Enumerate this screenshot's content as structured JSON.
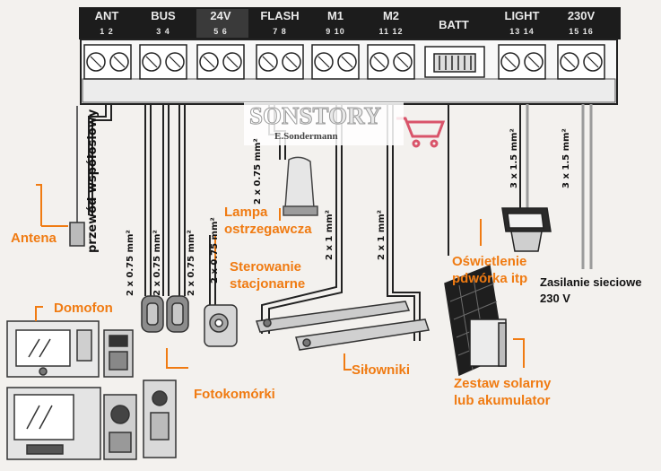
{
  "terminals": [
    {
      "name": "ANT",
      "nums": "1   2"
    },
    {
      "name": "BUS",
      "nums": "3   4"
    },
    {
      "name": "24V",
      "nums": "5   6"
    },
    {
      "name": "FLASH",
      "nums": "7   8"
    },
    {
      "name": "M1",
      "nums": "9   10"
    },
    {
      "name": "M2",
      "nums": "11  12"
    },
    {
      "name": "BATT",
      "nums": ""
    },
    {
      "name": "LIGHT",
      "nums": "13  14"
    },
    {
      "name": "230V",
      "nums": "15  16"
    }
  ],
  "logo": {
    "brand_a": "SON",
    "brand_b": "STORY",
    "sub": "E.Sondermann"
  },
  "callouts": {
    "antena": "Antena",
    "domofon": "Domofon",
    "fotokomorki": "Fotokomórki",
    "lampa": "Lampa\nostrzegawcza",
    "sterowanie": "Sterowanie\nstacjonarne",
    "silowniki": "Siłowniki",
    "oswietlenie": "Oświetlenie\npdwórka itp",
    "zestaw": "Zestaw solarny\nlub akumulator"
  },
  "power_label": "Zasilanie sieciowe\n230 V",
  "cables": {
    "coax": "przewód współosiowy",
    "bus1": "2 x 0.75 mm²",
    "bus2": "2 x 0.75 mm²",
    "bus3": "2 x 0.75 mm²",
    "keypad": "2 x 0.75 mm²",
    "flash": "2 x 0.75 mm²",
    "m1": "2 x 1 mm²",
    "m2": "2 x 1 mm²",
    "light": "3 x 1.5 mm²",
    "mains": "3 x 1.5 mm²"
  },
  "colors": {
    "callout": "#f07b12",
    "strip": "#1c1c1c",
    "cart": "#d9546a"
  }
}
